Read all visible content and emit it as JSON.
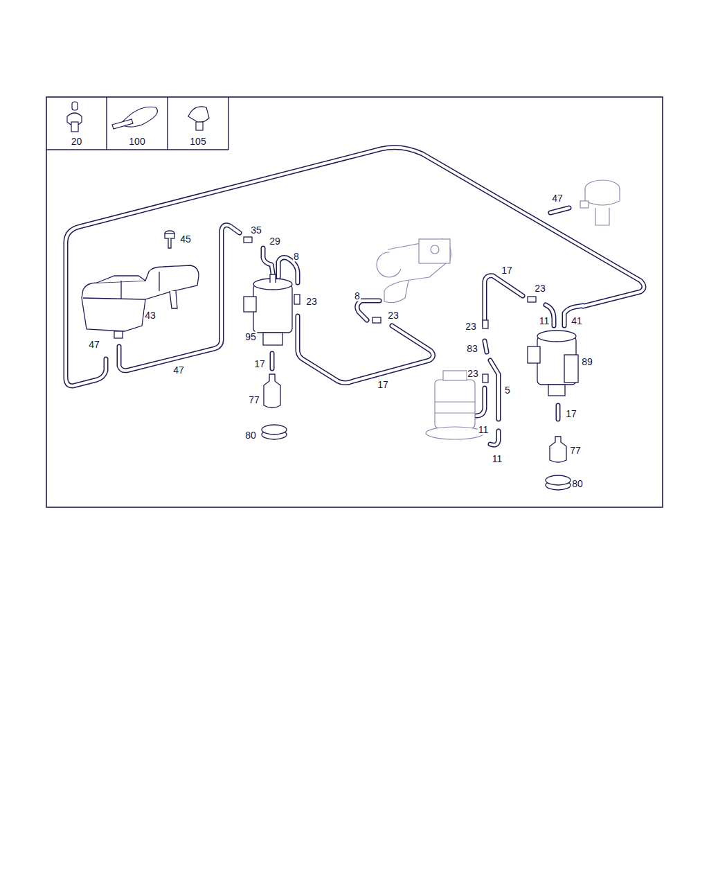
{
  "diagram": {
    "nodes": [
      {
        "text": [
          "20"
        ]
      },
      {
        "text": [
          "100"
        ]
      },
      {
        "text": [
          "105"
        ]
      }
    ],
    "labels": [
      "47",
      "35",
      "45",
      "29",
      "8",
      "17",
      "23",
      "8",
      "23",
      "43",
      "23",
      "11",
      "41",
      "23",
      "95",
      "47",
      "83",
      "89",
      "17",
      "47",
      "23",
      "17",
      "5",
      "77",
      "17",
      "80",
      "11",
      "77",
      "11",
      "80"
    ]
  }
}
